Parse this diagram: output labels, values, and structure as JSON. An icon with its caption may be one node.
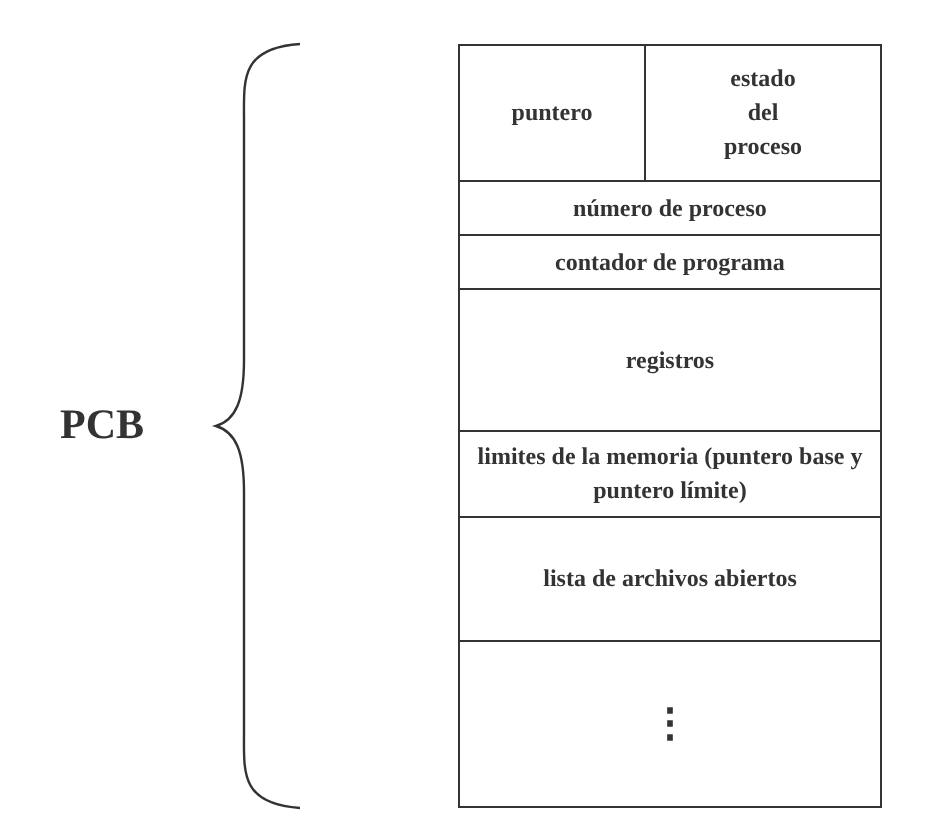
{
  "diagram": {
    "nodes": [
      {
        "text": [
          "puntero"
        ]
      },
      {
        "text": [
          "estado del proceso"
        ]
      },
      {
        "text": [
          "número de proceso"
        ]
      },
      {
        "text": [
          "contador de programa"
        ]
      },
      {
        "text": [
          "registros"
        ]
      },
      {
        "text": [
          "limites de la memoria (puntero base y puntero límite)"
        ]
      },
      {
        "text": [
          "lista de archivos abiertos"
        ]
      },
      {
        "text": [
          "⋮"
        ]
      }
    ],
    "edges": [],
    "labels": [
      "PCB"
    ]
  }
}
